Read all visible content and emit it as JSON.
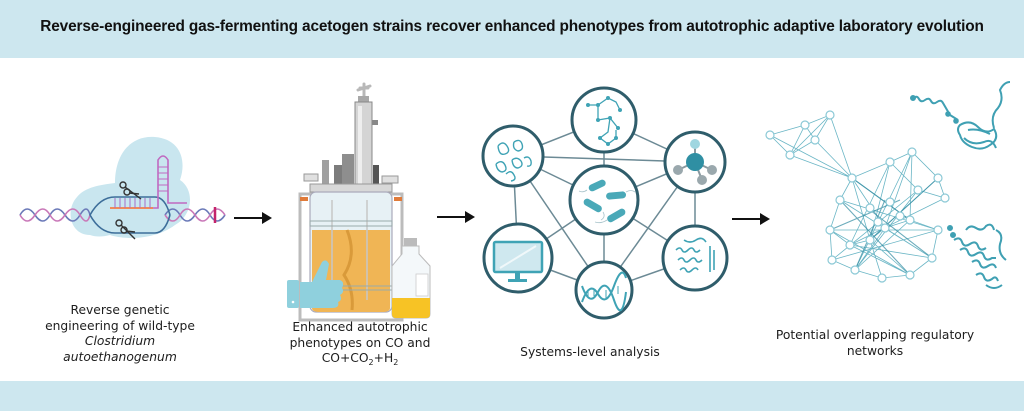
{
  "title": "Reverse-engineered gas-fermenting acetogen strains recover enhanced phenotypes from autotrophic adaptive laboratory evolution",
  "colors": {
    "band": "#cde7ef",
    "teal": "#3fa3b5",
    "dark_teal": "#2f5d6b",
    "culture": "#f0b555",
    "arrow": "#111111"
  },
  "panels": [
    {
      "id": "reverse-engineering",
      "illustration": "crispr-dna-editing",
      "caption_lines": [
        "Reverse genetic",
        "engineering of wild-type"
      ],
      "caption_italic_lines": [
        "Clostridium",
        "autoethanogenum"
      ]
    },
    {
      "id": "bioreactor",
      "illustration": "bioreactor-thumbs-up",
      "caption_lines": [
        "Enhanced autotrophic",
        "phenotypes on CO and"
      ],
      "formula": {
        "a": "CO+CO",
        "sub1": "2",
        "b": "+H",
        "sub2": "2"
      }
    },
    {
      "id": "systems-analysis",
      "illustration": "omics-network",
      "caption_lines": [
        "Systems-level analysis"
      ]
    },
    {
      "id": "regulatory-networks",
      "illustration": "network-and-proteins",
      "caption_lines": [
        "Potential overlapping regulatory",
        "networks"
      ]
    }
  ],
  "arrows": [
    "arrow-1",
    "arrow-2",
    "arrow-3"
  ]
}
